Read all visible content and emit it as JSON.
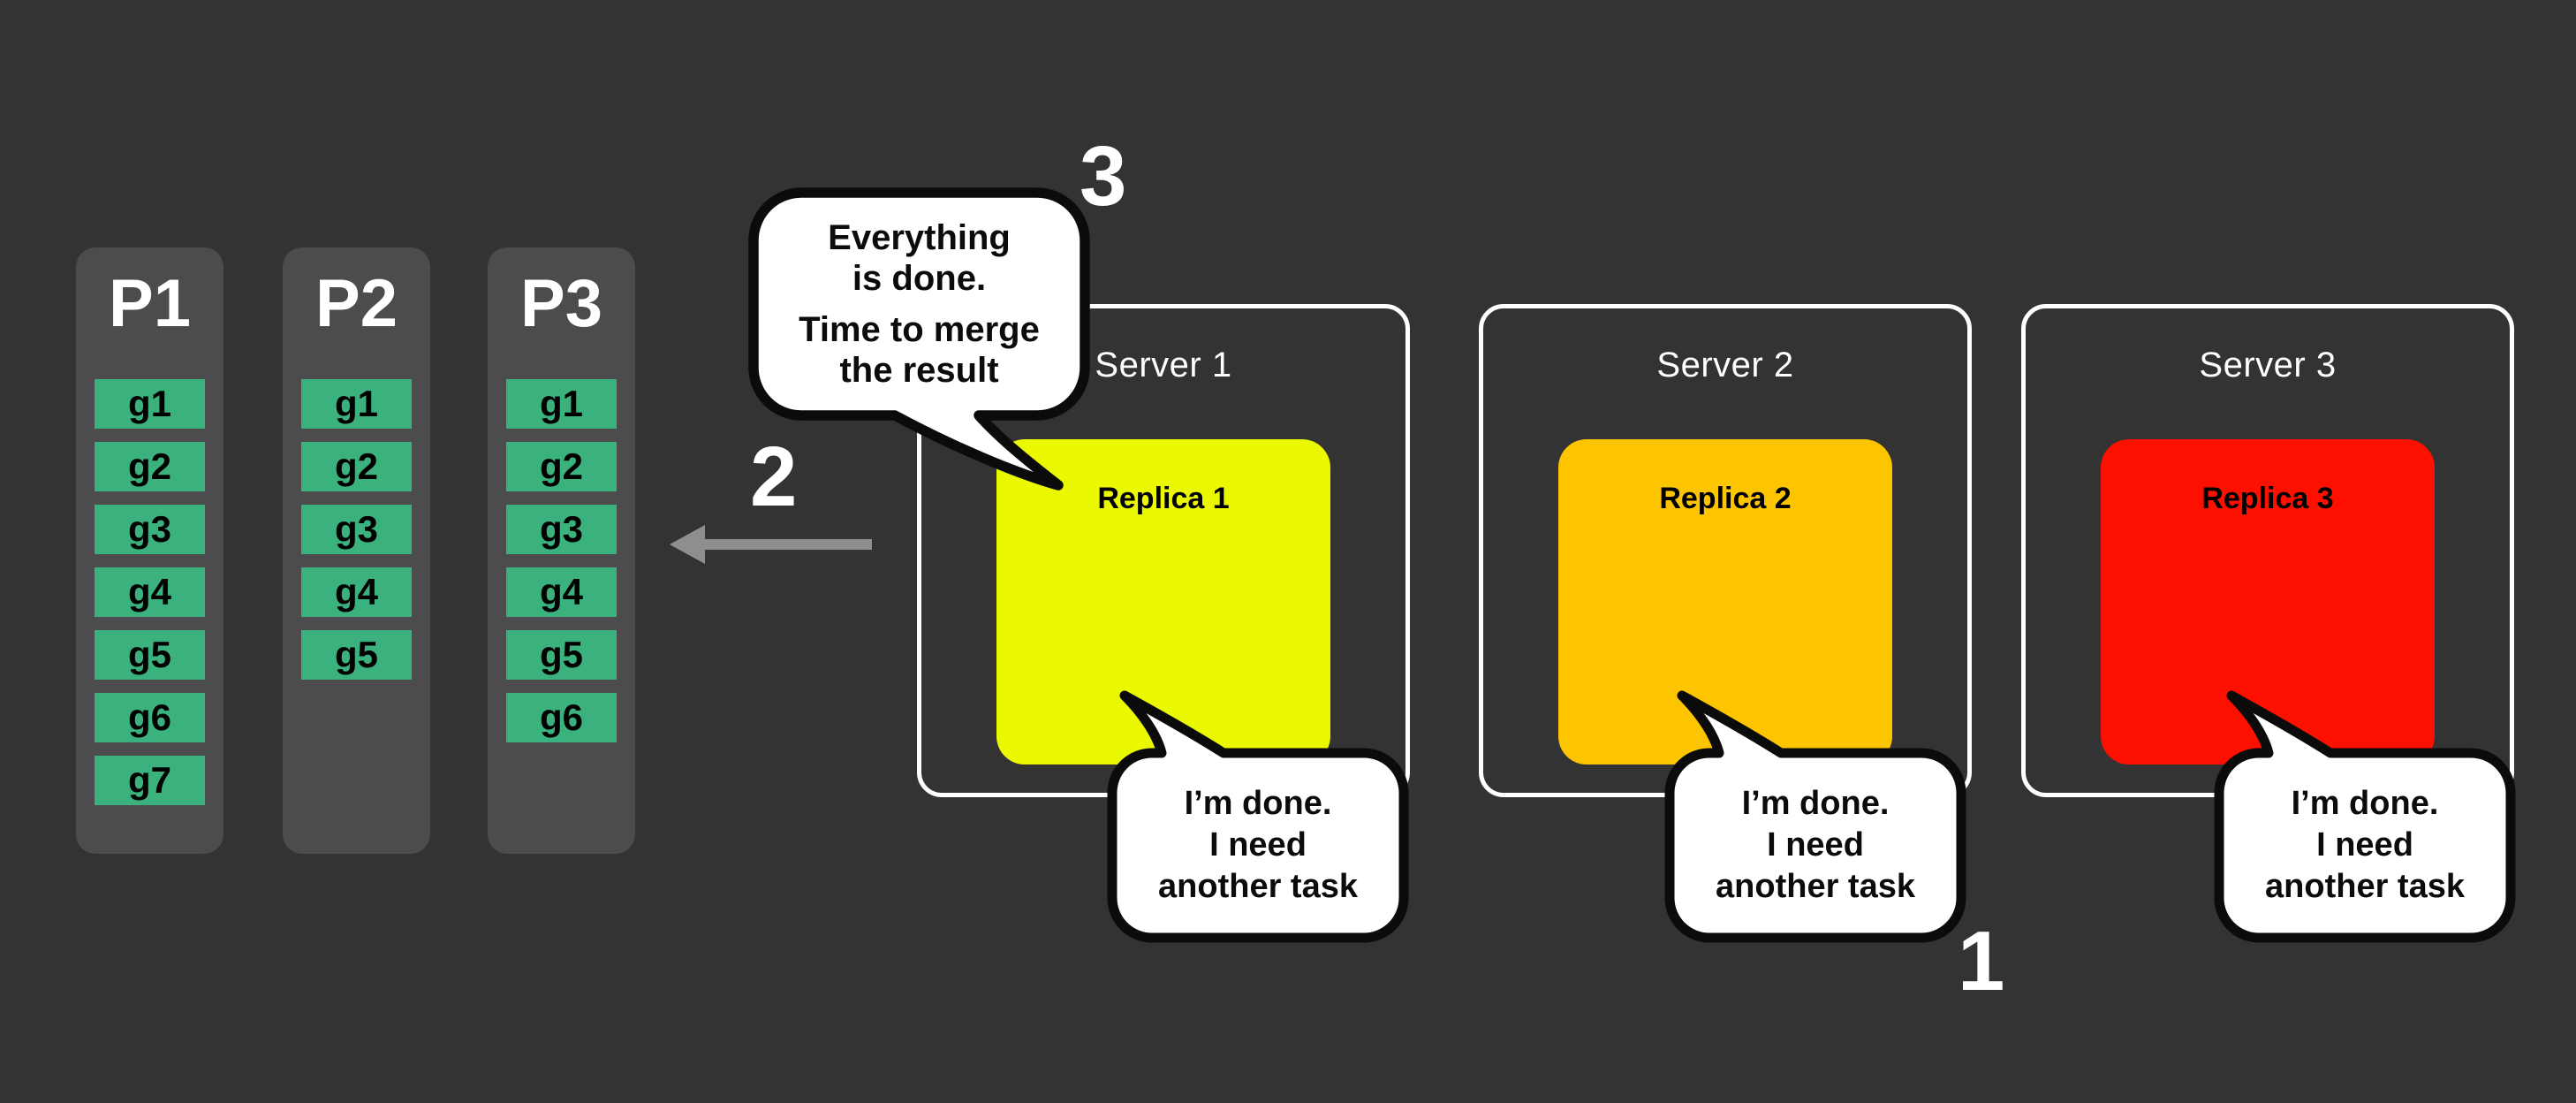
{
  "colors": {
    "background": "#333333",
    "panel": "#4C4C4E",
    "cell": "#3BB17E",
    "server_border": "#FFFFFF",
    "bubble_fill": "#FFFFFF",
    "bubble_border": "#0B0B0B",
    "arrow": "#8E8E8E"
  },
  "partitions": [
    {
      "label": "P1",
      "cells": [
        "g1",
        "g2",
        "g3",
        "g4",
        "g5",
        "g6",
        "g7"
      ]
    },
    {
      "label": "P2",
      "cells": [
        "g1",
        "g2",
        "g3",
        "g4",
        "g5"
      ]
    },
    {
      "label": "P3",
      "cells": [
        "g1",
        "g2",
        "g3",
        "g4",
        "g5",
        "g6"
      ]
    }
  ],
  "servers": [
    {
      "label": "Server 1",
      "replica": {
        "label": "Replica 1",
        "color": "#EAF900"
      }
    },
    {
      "label": "Server 2",
      "replica": {
        "label": "Replica 2",
        "color": "#FDC500"
      }
    },
    {
      "label": "Server 3",
      "replica": {
        "label": "Replica 3",
        "color": "#FD1000"
      }
    }
  ],
  "speech_bubbles": {
    "merge": {
      "lines": [
        "Everything",
        "is done.",
        "Time to merge",
        "the result"
      ]
    },
    "done": {
      "lines": [
        "I’m done.",
        "I need",
        "another task"
      ]
    }
  },
  "steps": {
    "one": "1",
    "two": "2",
    "three": "3"
  },
  "arrow": {
    "direction": "left"
  }
}
